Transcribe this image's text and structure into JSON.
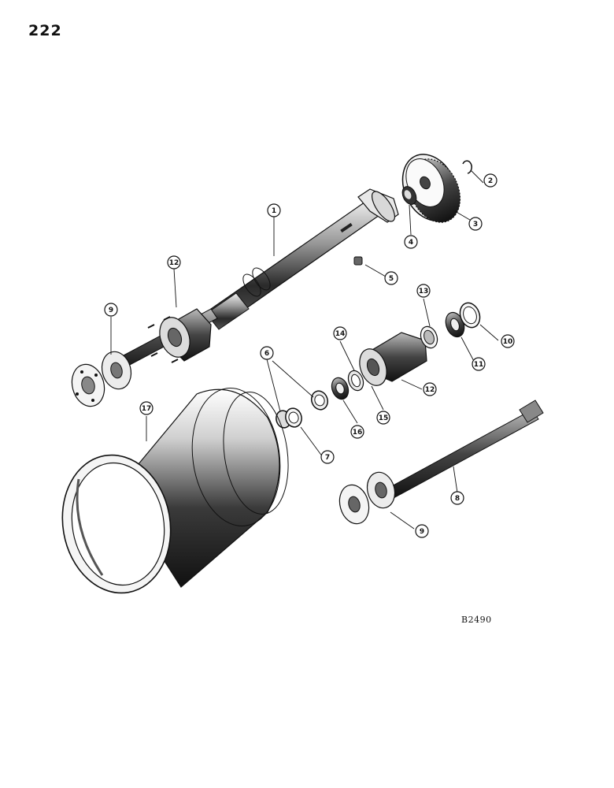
{
  "page_number": "222",
  "figure_code": "B2490",
  "callouts": {
    "c1": "1",
    "c2": "2",
    "c3": "3",
    "c4": "4",
    "c5": "5",
    "c6": "6",
    "c7": "7",
    "c8": "8",
    "c9a": "9",
    "c9b": "9",
    "c10": "10",
    "c11": "11",
    "c12a": "12",
    "c12b": "12",
    "c13": "13",
    "c14": "14",
    "c15": "15",
    "c16": "16",
    "c17": "17"
  }
}
